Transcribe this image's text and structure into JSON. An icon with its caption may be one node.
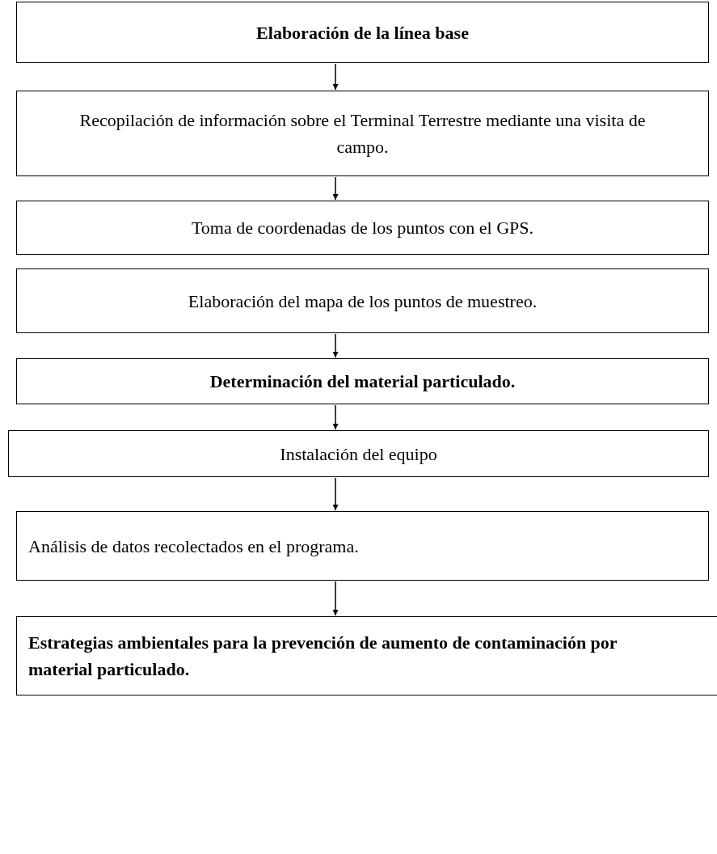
{
  "diagram": {
    "nodes": [
      {
        "text": [
          "Elaboración de la línea base"
        ]
      },
      {
        "text": [
          "Recopilación de información sobre el Terminal Terrestre mediante una visita de campo."
        ]
      },
      {
        "text": [
          "Toma de coordenadas de los puntos con el GPS."
        ]
      },
      {
        "text": [
          "Elaboración del mapa de los puntos de muestreo."
        ]
      },
      {
        "text": [
          "Determinación del material particulado."
        ]
      },
      {
        "text": [
          "Instalación del equipo"
        ]
      },
      {
        "text": [
          "Análisis de datos recolectados en el programa."
        ]
      },
      {
        "text": [
          "Estrategias ambientales para la prevención de aumento de contaminación por material particulado."
        ]
      }
    ],
    "edges": [
      {
        "from": 0,
        "to": 1,
        "arrow": "to"
      },
      {
        "from": 1,
        "to": 2,
        "arrow": "to"
      },
      {
        "from": 3,
        "to": 4,
        "arrow": "to"
      },
      {
        "from": 4,
        "to": 5,
        "arrow": "to"
      },
      {
        "from": 5,
        "to": 6,
        "arrow": "to"
      },
      {
        "from": 6,
        "to": 7,
        "arrow": "to"
      }
    ]
  }
}
